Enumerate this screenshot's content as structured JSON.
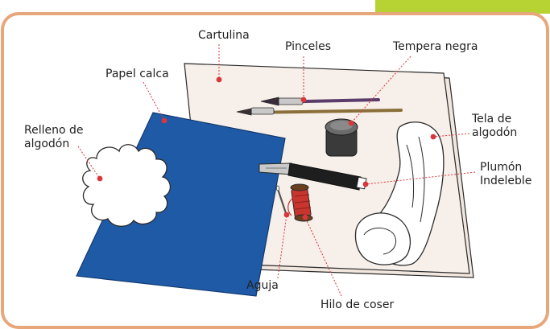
{
  "labels": {
    "cartulina": "Cartulina",
    "pinceles": "Pinceles",
    "tempera": "Tempera negra",
    "papel": "Papel calca",
    "relleno_1": "Relleno de",
    "relleno_2": "algodón",
    "tela_1": "Tela de",
    "tela_2": "algodón",
    "plumon_1": "Plumón",
    "plumon_2": "Indeleble",
    "aguja": "Aguja",
    "hilo": "Hilo de coser"
  },
  "colors": {
    "frame_border": "#e8a77a",
    "tab_green": "#b7d333",
    "cardboard": "#f4ece6",
    "tracing_paper": "#1f5aa6",
    "leader": "#d9363b",
    "outline": "#2a2a2a"
  },
  "icons": [
    "cardboard-sheet",
    "tracing-paper",
    "cotton-stuffing",
    "brushes",
    "paint-jar",
    "marker",
    "needle",
    "thread-spool",
    "cotton-cloth"
  ]
}
